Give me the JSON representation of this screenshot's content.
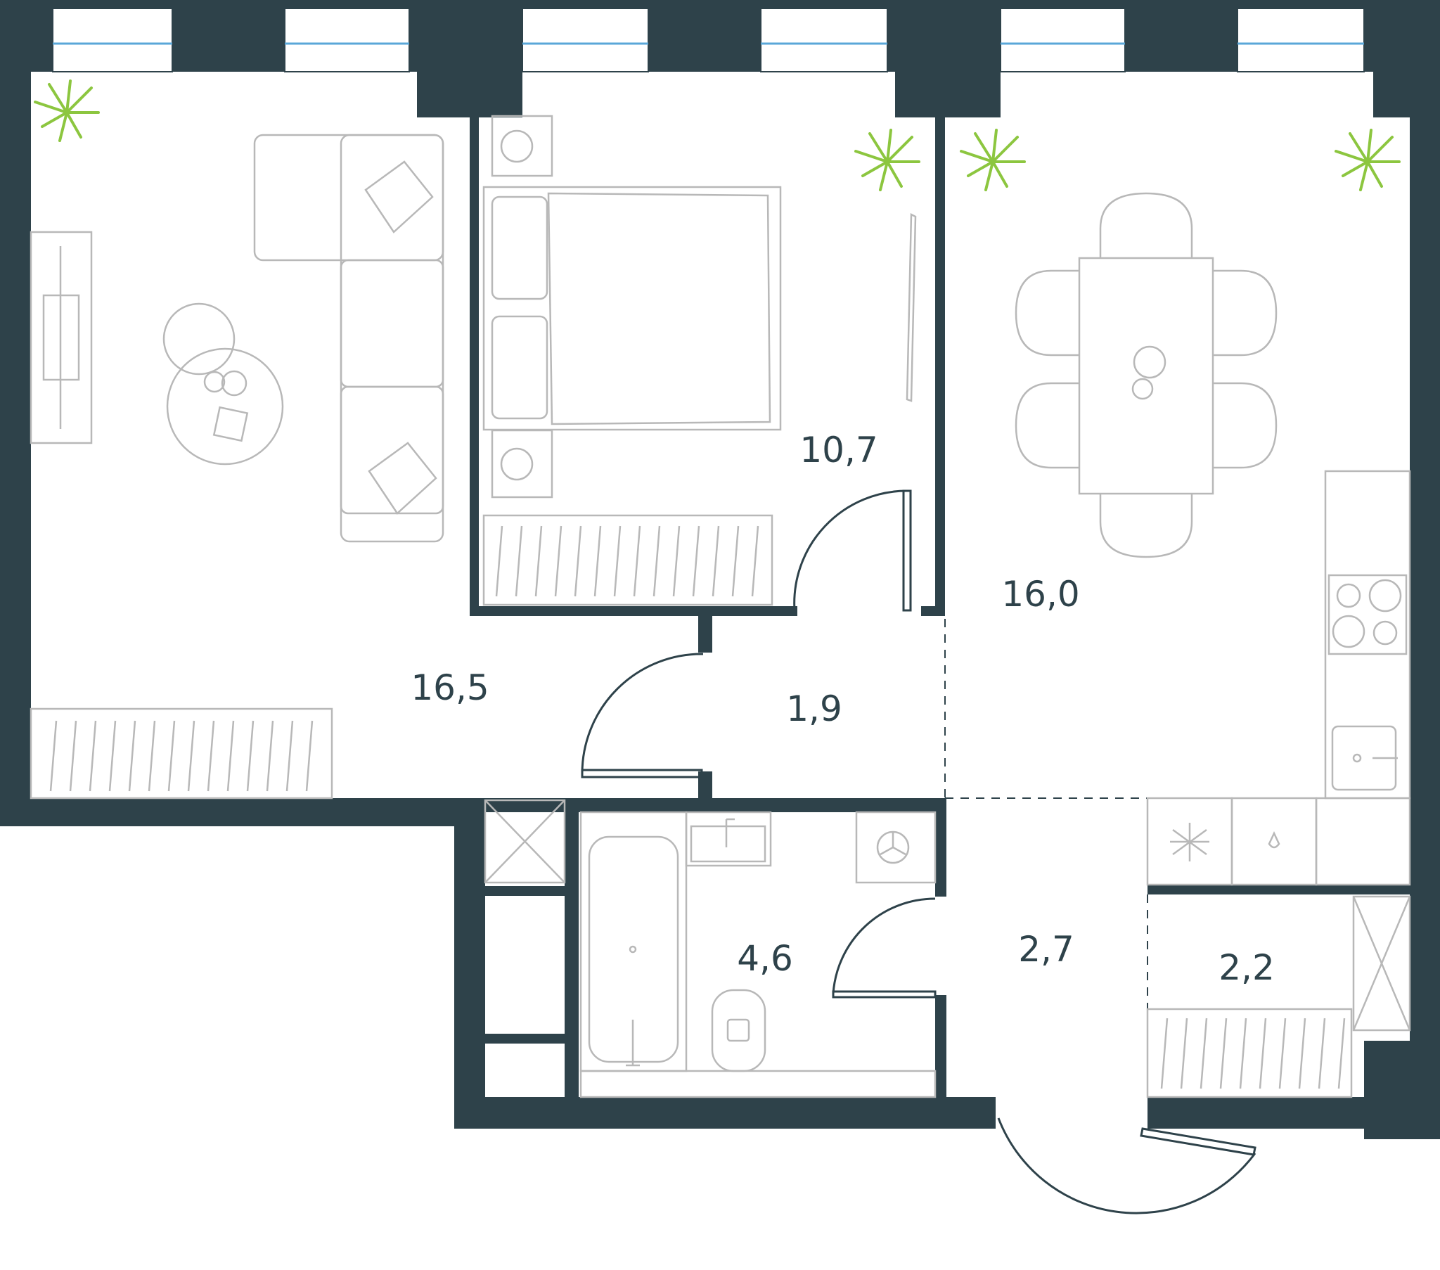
{
  "floor_plan": {
    "colors": {
      "wall": "#2e424a",
      "furniture_outline": "#b8b8b8",
      "plant": "#8cc63f",
      "window_glass": "#5aa7d8"
    },
    "rooms": [
      {
        "id": "living_room",
        "area": "16,5"
      },
      {
        "id": "bedroom",
        "area": "10,7"
      },
      {
        "id": "kitchen_dining",
        "area": "16,0"
      },
      {
        "id": "corridor",
        "area": "1,9"
      },
      {
        "id": "bathroom",
        "area": "4,6"
      },
      {
        "id": "hallway",
        "area": "2,7"
      },
      {
        "id": "storage",
        "area": "2,2"
      }
    ],
    "icons": [
      "plant-icon",
      "window-icon",
      "door-swing-icon",
      "sofa-icon",
      "bed-icon",
      "dining-table-icon",
      "stove-icon",
      "sink-icon",
      "bathtub-icon",
      "toilet-icon",
      "washing-machine-icon",
      "wardrobe-icon"
    ]
  }
}
